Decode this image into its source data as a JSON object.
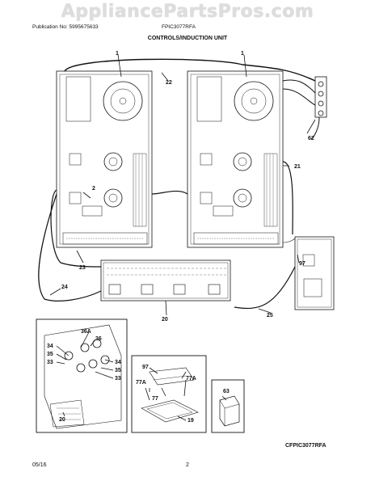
{
  "watermark": "AppliancePartsPros.com",
  "header": {
    "publication": "Publication No: 5995675633",
    "model": "FPIC3077RFA"
  },
  "title": "CONTROLS/INDUCTION UNIT",
  "callouts": {
    "c1a": "1",
    "c1b": "1",
    "c22": "22",
    "c62": "62",
    "c21": "21",
    "c2": "2",
    "c97a": "97",
    "c23": "23",
    "c24": "24",
    "c20a": "20",
    "c25": "25",
    "c36a": "36A",
    "c36": "36",
    "c34a": "34",
    "c35a": "35",
    "c33a": "33",
    "c34b": "34",
    "c35b": "35",
    "c33b": "33",
    "c20b": "20",
    "c97b": "97",
    "c77a1": "77A",
    "c77a2": "77A",
    "c77": "77",
    "c19": "19",
    "c63": "63"
  },
  "model_label": "CFPIC3077RFA",
  "footer": {
    "date": "05/16",
    "page": "2"
  }
}
